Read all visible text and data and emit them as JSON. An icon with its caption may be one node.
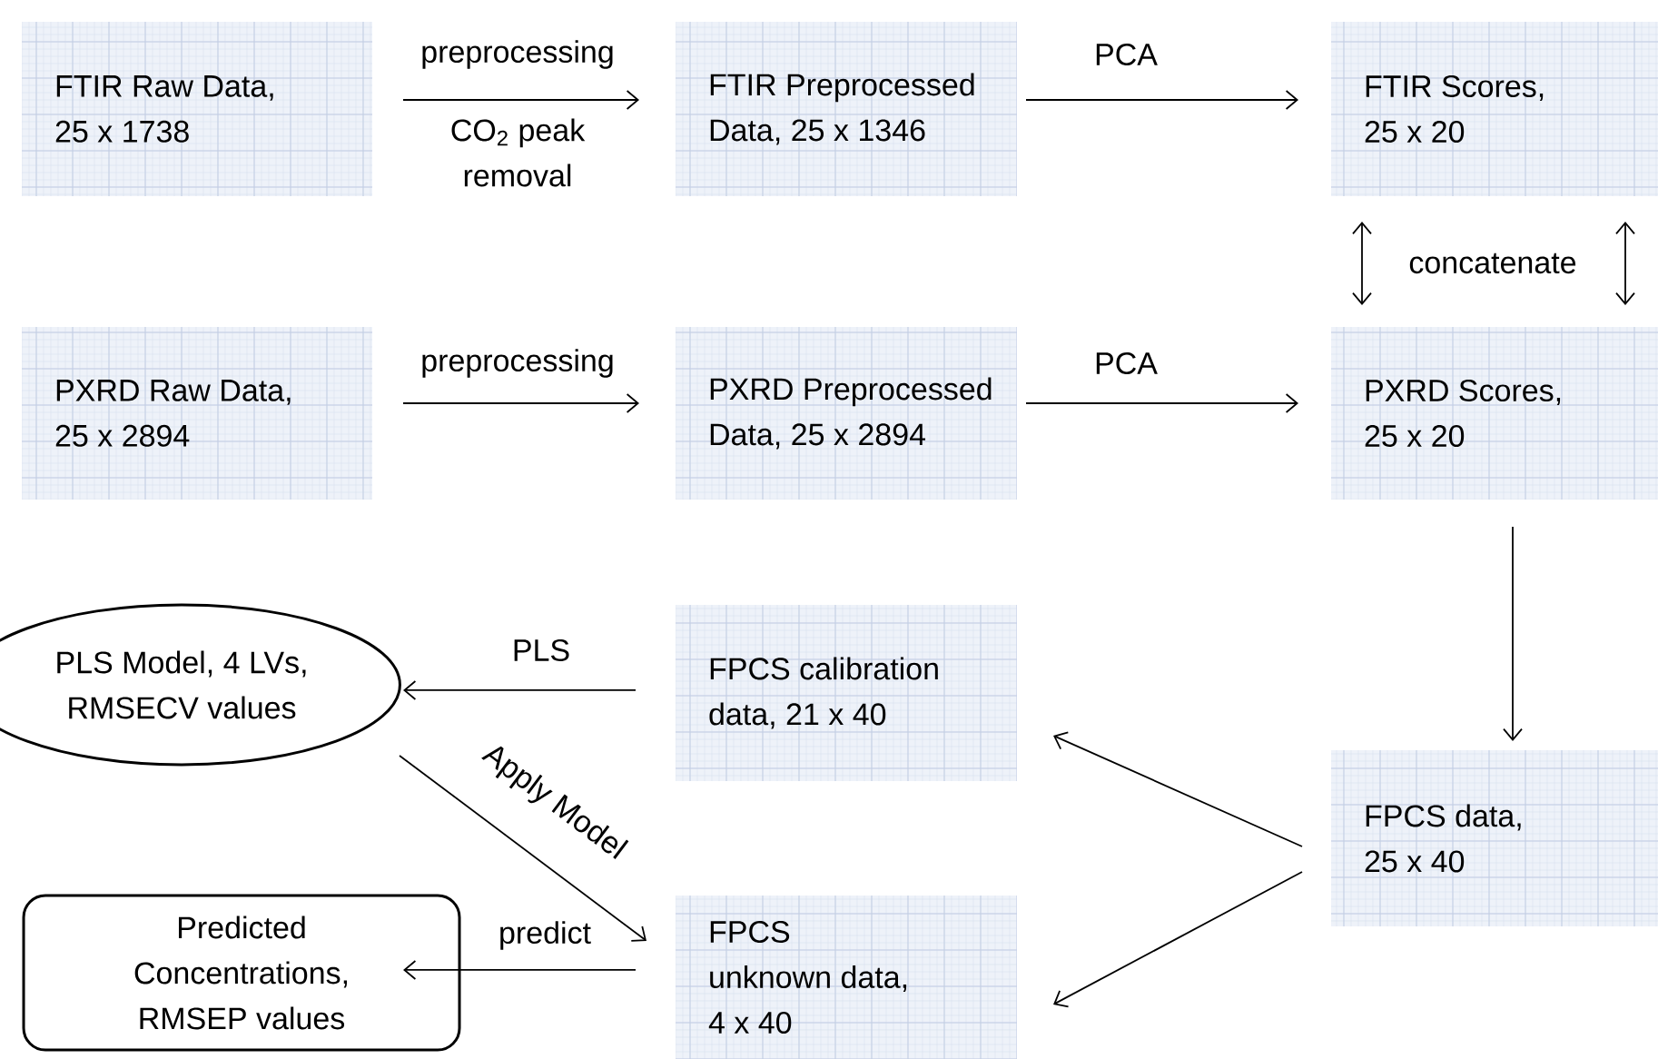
{
  "diagram": {
    "nodes": [
      {
        "text": [
          "FTIR Raw Data, 25 x 1738"
        ]
      },
      {
        "text": [
          "FTIR Preprocessed Data, 25 x 1346"
        ]
      },
      {
        "text": [
          "FTIR Scores, 25 x 20"
        ]
      },
      {
        "text": [
          "PXRD Raw Data, 25 x 2894"
        ]
      },
      {
        "text": [
          "PXRD Preprocessed Data, 25 x 2894"
        ]
      },
      {
        "text": [
          "PXRD Scores, 25 x 20"
        ]
      },
      {
        "text": [
          "PLS Model, 4 LVs, RMSECV values"
        ]
      },
      {
        "text": [
          "FPCS calibration data, 21 x 40"
        ]
      },
      {
        "text": [
          "Predicted Concentrations, RMSEP values"
        ]
      },
      {
        "text": [
          "FPCS unknown data, 4 x 40"
        ]
      },
      {
        "text": [
          "FPCS data, 25 x 40"
        ]
      }
    ],
    "edges": [
      {
        "from": 0,
        "to": 1,
        "arrow": "to",
        "label": "preprocessing"
      },
      {
        "from": 1,
        "to": 2,
        "arrow": "to",
        "label": "PCA"
      },
      {
        "from": 3,
        "to": 4,
        "arrow": "to",
        "label": "preprocessing"
      },
      {
        "from": 4,
        "to": 5,
        "arrow": "to",
        "label": "PCA"
      },
      {
        "from": 2,
        "to": 5,
        "arrow": "both",
        "label": "concatenate"
      },
      {
        "from": 2,
        "to": 5,
        "arrow": "both"
      },
      {
        "from": 5,
        "to": 10,
        "arrow": "to"
      },
      {
        "from": 10,
        "to": 7,
        "arrow": "to"
      },
      {
        "from": 10,
        "to": 9,
        "arrow": "to"
      },
      {
        "from": 7,
        "to": 6,
        "arrow": "to",
        "label": "PLS"
      },
      {
        "from": 6,
        "to": 9,
        "arrow": "to",
        "label": "Apply Model"
      },
      {
        "from": 9,
        "to": 8,
        "arrow": "to",
        "label": "predict"
      }
    ],
    "labels": [
      "CO$_{2}$ peak removal"
    ]
  }
}
